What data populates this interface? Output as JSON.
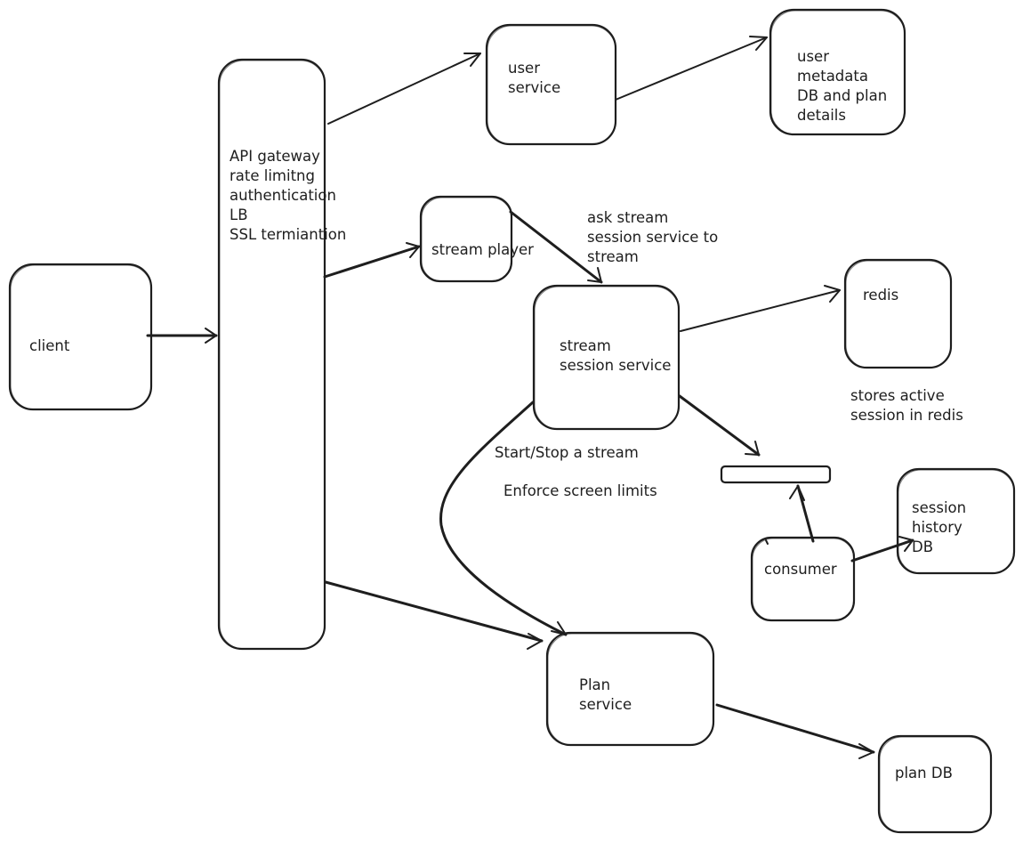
{
  "nodes": {
    "client": "client",
    "api_gateway": "API gateway\nrate limitng\nauthentication\nLB\nSSL termiantion",
    "user_service": "user\nservice",
    "user_db": "user\nmetadata\nDB and plan\ndetails",
    "stream_player": "stream player",
    "stream_session_service": "stream\nsession service",
    "redis": "redis",
    "queue": "",
    "consumer": "consumer",
    "session_history_db": "session\nhistory\nDB",
    "plan_service": "Plan\nservice",
    "plan_db": "plan DB"
  },
  "annotations": {
    "ask_stream": "ask stream\nsession service to\nstream",
    "stores_redis": "stores active\nsession in redis",
    "start_stop": "Start/Stop a stream",
    "enforce": "Enforce screen limits"
  },
  "edges": [
    {
      "from": "client",
      "to": "api_gateway"
    },
    {
      "from": "api_gateway",
      "to": "user_service"
    },
    {
      "from": "user_service",
      "to": "user_db"
    },
    {
      "from": "api_gateway",
      "to": "stream_player"
    },
    {
      "from": "stream_player",
      "to": "stream_session_service"
    },
    {
      "from": "stream_session_service",
      "to": "redis"
    },
    {
      "from": "stream_session_service",
      "to": "queue"
    },
    {
      "from": "consumer",
      "to": "queue"
    },
    {
      "from": "consumer",
      "to": "session_history_db"
    },
    {
      "from": "api_gateway",
      "to": "plan_service"
    },
    {
      "from": "stream_session_service",
      "to": "plan_service"
    },
    {
      "from": "plan_service",
      "to": "plan_db"
    }
  ]
}
